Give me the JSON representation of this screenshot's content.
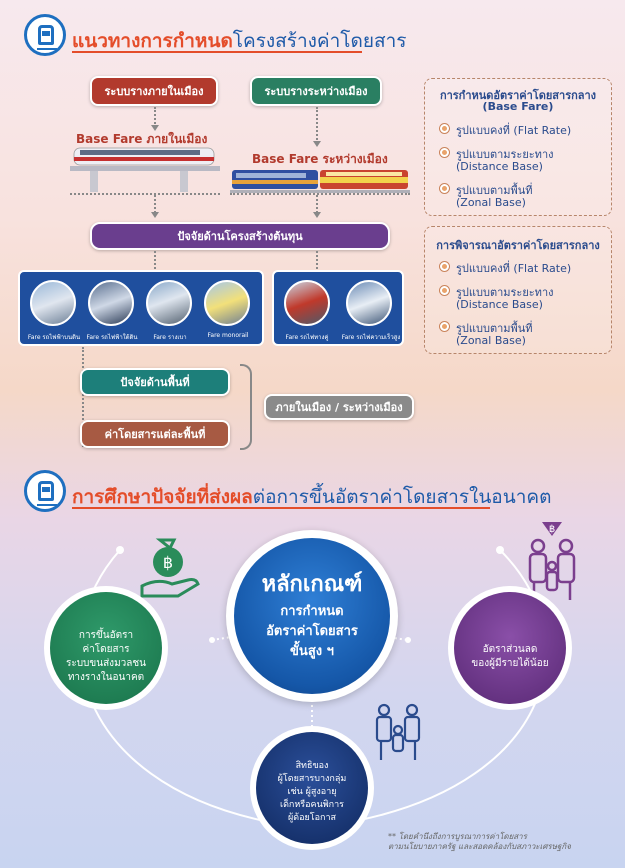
{
  "section1": {
    "title_emph": "แนวทางการกำหนด",
    "title_rest": "โครงสร้างค่าโดยสาร"
  },
  "flow": {
    "urban_system": "ระบบรางภายในเมือง",
    "intercity_system": "ระบบรางระหว่างเมือง",
    "urban_base_fare": "Base Fare ภายในเมือง",
    "intercity_base_fare": "Base Fare ระหว่างเมือง",
    "cost_factor": "ปัจจัยด้านโครงสร้างต้นทุน",
    "area_factor": "ปัจจัยด้านพื้นที่",
    "area_fare": "ค่าโดยสารแต่ละพื้นที่",
    "scope": "ภายในเมือง / ระหว่างเมือง"
  },
  "fare_types_urban": [
    "Fare รถไฟฟ้าบนดิน",
    "Fare รถไฟฟ้าใต้ดิน",
    "Fare รางเบา",
    "Fare monorail"
  ],
  "fare_types_intercity": [
    "Fare รถไฟทางคู่",
    "Fare รถไฟความเร็วสูง"
  ],
  "base_fare_box": {
    "title_line1": "การกำหนดอัตราค่าโดยสารกลาง",
    "title_line2": "(Base Fare)",
    "items": [
      "รูปแบบคงที่ (Flat Rate)",
      "รูปแบบตามระยะทาง",
      "(Distance Base)",
      "รูปแบบตามพื้นที่",
      "(Zonal Base)"
    ]
  },
  "consider_box": {
    "title": "การพิจารณาอัตราค่าโดยสารกลาง",
    "items": [
      "รูปแบบคงที่ (Flat Rate)",
      "รูปแบบตามระยะทาง",
      "(Distance Base)",
      "รูปแบบตามพื้นที่",
      "(Zonal Base)"
    ]
  },
  "section2": {
    "title_emph": "การศึกษาปัจจัยที่ส่งผล",
    "title_rest": "ต่อการขึ้นอัตราค่าโดยสารในอนาคต"
  },
  "center": {
    "line1": "หลักเกณฑ์",
    "line2": "การกำหนด",
    "line3": "อัตราค่าโดยสาร",
    "line4": "ขั้นสูง ฯ"
  },
  "left_circle": [
    "การขึ้นอัตรา",
    "ค่าโดยสาร",
    "ระบบขนส่งมวลชน",
    "ทางรางในอนาคต"
  ],
  "right_circle": [
    "อัตราส่วนลด",
    "ของผู้มีรายได้น้อย"
  ],
  "bottom_circle": [
    "สิทธิของ",
    "ผู้โดยสารบางกลุ่ม",
    "เช่น ผู้สูงอายุ",
    "เด็กหรือคนพิการ",
    "ผู้ด้อยโอกาส"
  ],
  "footnote": [
    "** โดยคำนึงถึงการบูรณาการค่าโดยสาร",
    "ตามนโยบายภาครัฐ และสอดคล้องกับสภาวะเศรษฐกิจ"
  ],
  "colors": {
    "accent_red": "#e44d2a",
    "navy": "#1e5aa8",
    "purple": "#6a3e8e",
    "green": "#2a7f62"
  }
}
